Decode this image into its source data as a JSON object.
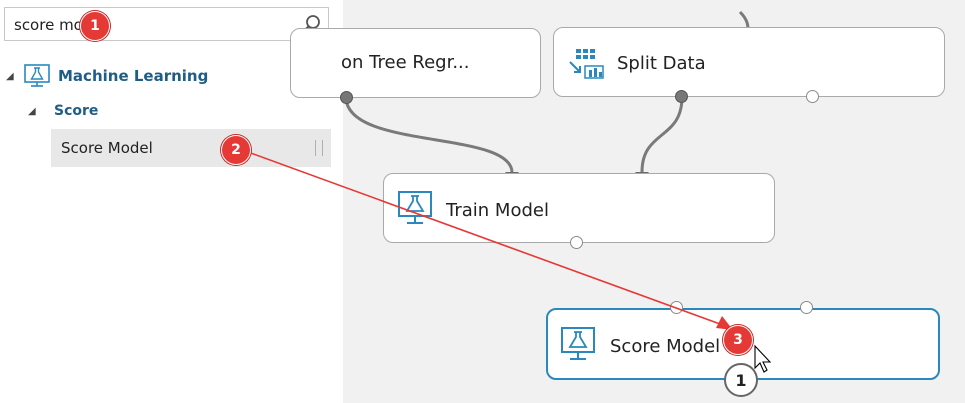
{
  "search": {
    "value": "score mo"
  },
  "tree": {
    "category": "Machine Learning",
    "subcategory": "Score",
    "item": "Score Model"
  },
  "nodes": {
    "tree_regression": "on Tree Regr...",
    "split_data": "Split Data",
    "train_model": "Train Model",
    "score_model": "Score Model"
  },
  "annotations": {
    "step1": "1",
    "step2": "2",
    "step3": "3",
    "warning_count": "1"
  },
  "colors": {
    "accent": "#2a88bf",
    "annotation": "#e53935",
    "link": "#1f5d86"
  }
}
